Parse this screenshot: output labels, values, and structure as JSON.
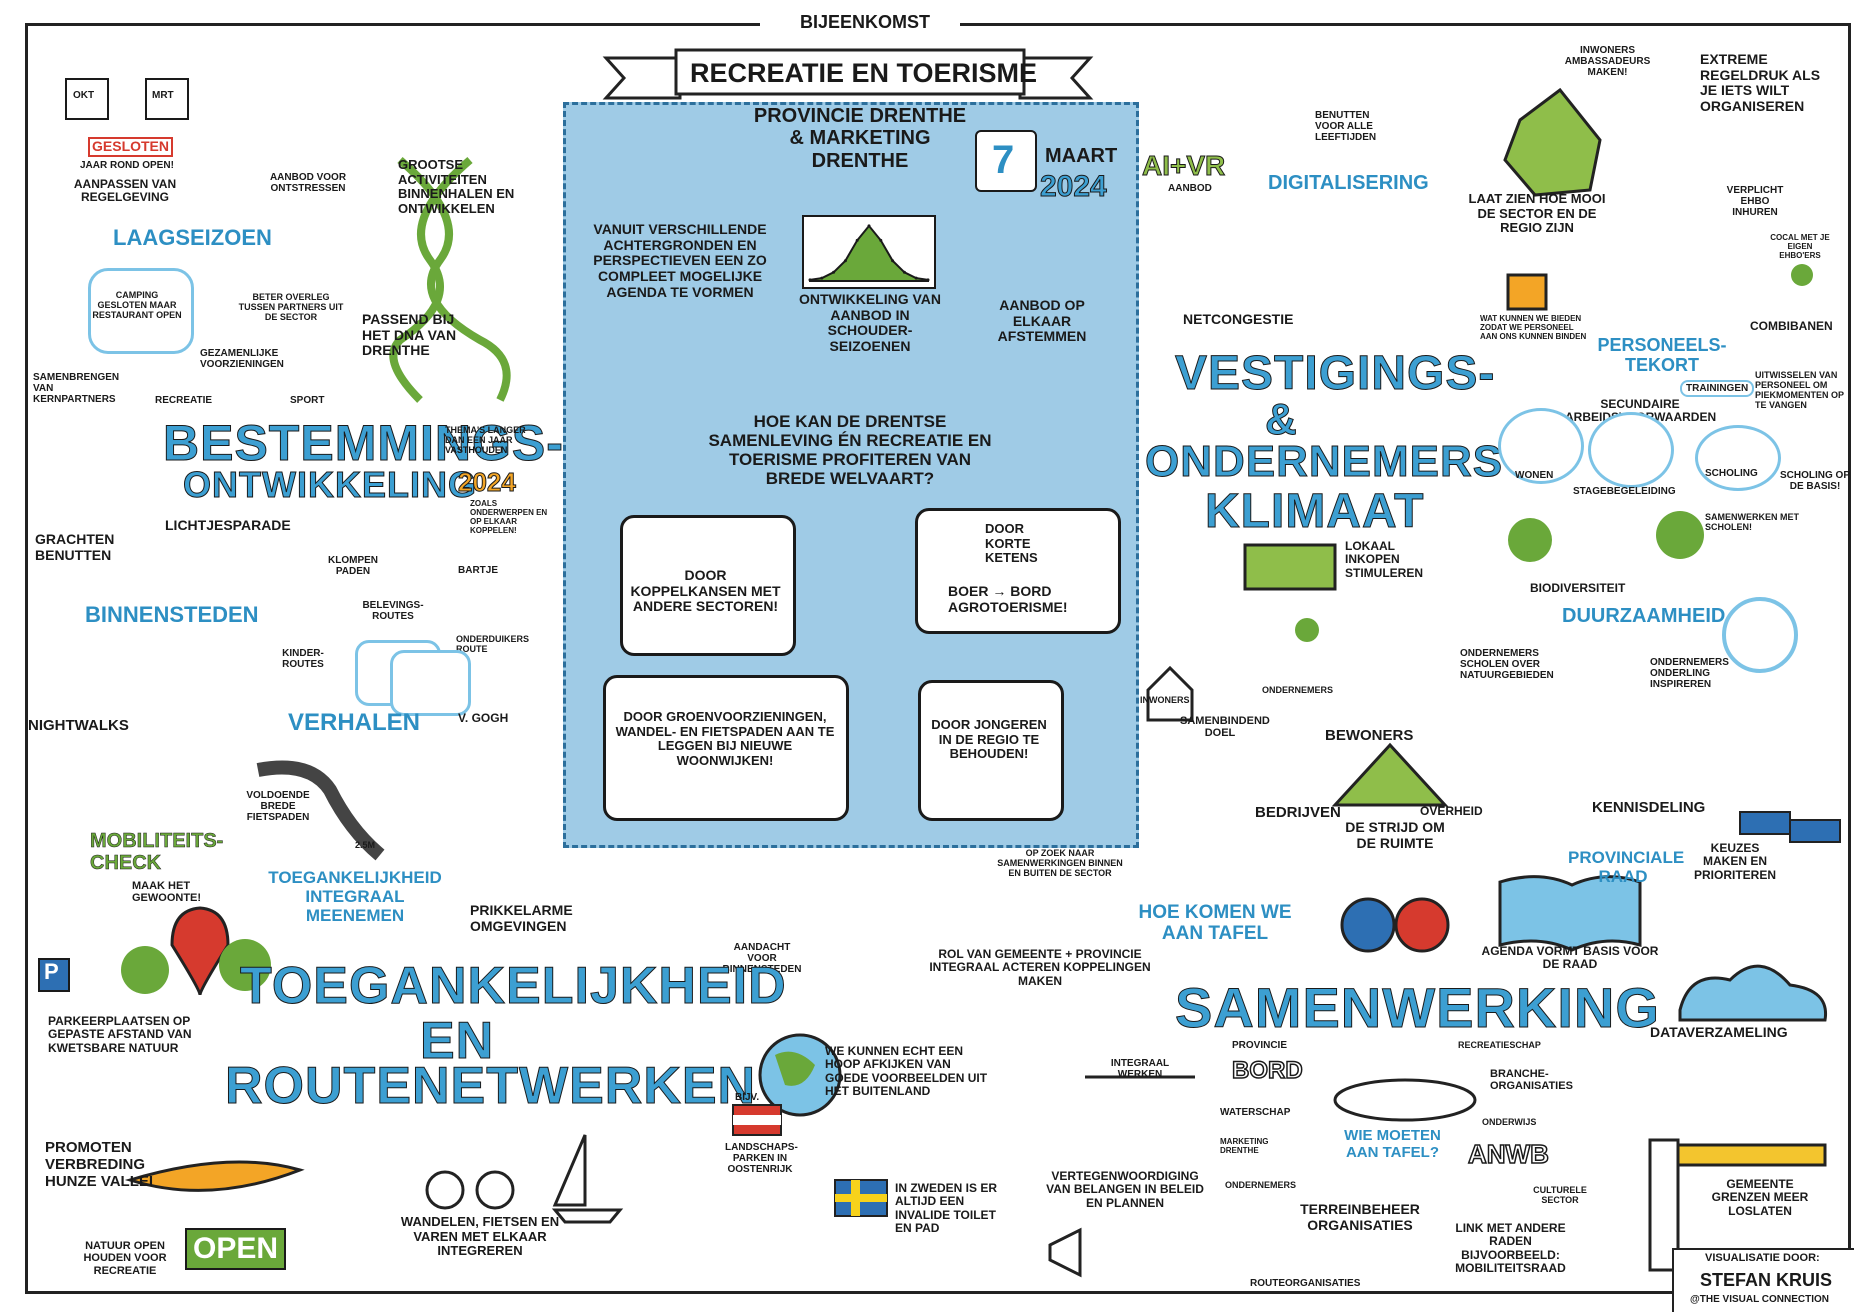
{
  "header": {
    "meeting": "Bijeenkomst",
    "title": "Recreatie en Toerisme"
  },
  "center": {
    "org": "Provincie Drenthe & Marketing Drenthe",
    "date_day": "7",
    "date_month": "Maart",
    "date_year": "2024",
    "perspectives": "Vanuit verschillende achtergronden en perspectieven een zo compleet mogelijke agenda te vormen",
    "shoulder": "Ontwikkeling van aanbod in schouder-seizoenen",
    "align": "Aanbod op elkaar afstemmen",
    "question": "Hoe kan de Drentse samenleving én recreatie en toerisme profiteren van brede welvaart?",
    "koppel": "Door koppelkansen met andere sectoren!",
    "korte_ketens": "Door korte ketens",
    "boer_bord": "Boer → Bord agrotoerisme!",
    "groen": "Door groenvoorzieningen, wandel- en fietspaden aan te leggen bij nieuwe woonwijken!",
    "jongeren": "Door jongeren in de regio te behouden!"
  },
  "left": {
    "okt": "Okt",
    "mrt": "Mrt",
    "gesloten": "Gesloten",
    "jaar_rond": "Jaar rond open!",
    "aanpassen": "Aanpassen van regelgeving",
    "ontstressen": "Aanbod voor ontstressen",
    "grootse": "Grootse activiteiten binnenhalen en ontwikkelen",
    "laagseizoen": "Laagseizoen",
    "camping": "Camping gesloten maar restaurant open",
    "beter_overleg": "Beter overleg tussen partners uit de sector",
    "passend": "Passend bij het DNA van Drenthe",
    "gezamenlijke": "Gezamenlijke voorzieningen",
    "recreatie": "Recreatie",
    "sport": "Sport",
    "samenbrengen": "Samenbrengen van kernpartners",
    "bestemmings": "Bestemmings-",
    "ontwikkeling": "ontwikkeling",
    "themas": "Thema's langer dan een jaar vasthouden",
    "year": "2024",
    "zoals": "zoals onderwerpen en op elkaar koppelen!",
    "grachten": "Grachten benutten",
    "lichtjes": "Lichtjesparade",
    "klompen": "Klompen paden",
    "bartje": "Bartje",
    "belevings": "Belevings-routes",
    "binnensteden": "Binnensteden",
    "onderduikers": "Onderduikers route",
    "kinder": "Kinder-routes",
    "verhalen": "Verhalen",
    "vgogh": "v. Gogh",
    "nightwalks": "Nightwalks"
  },
  "bottom_left": {
    "voldoende": "Voldoende brede fietspaden",
    "fiets_width": "2.5m",
    "mobiliteits": "Mobiliteits-check",
    "maak": "Maak het gewoonte!",
    "toeg_small": "Toegankelijkheid integraal meenemen",
    "prikkelarme": "Prikkelarme omgevingen",
    "aandacht": "Aandacht voor binnensteden",
    "parkeer_sign": "P",
    "parkeer": "Parkeerplaatsen op gepaste afstand van kwetsbare natuur",
    "big1": "Toegankelijkheid",
    "big2": "en",
    "big3": "Routenetwerken",
    "promoten": "Promoten verbreding Hunze vallei",
    "natuur": "Natuur open houden voor recreatie",
    "open": "Open",
    "wandelen": "Wandelen, fietsen en varen met elkaar integreren",
    "buitenland": "We kunnen echt een hoop afkijken van goede voorbeelden uit het buitenland",
    "bijv": "Bijv.",
    "landschapsparken": "Landschaps-parken in Oostenrijk",
    "zweden": "In Zweden is er altijd een invalide toilet en pad"
  },
  "right": {
    "benutten": "Benutten voor alle leeftijden",
    "ambassadeurs": "Inwoners ambassadeurs maken!",
    "regeldruk": "Extreme regeldruk als je iets wilt organiseren",
    "verplicht": "Verplicht EHBO inhuren",
    "cheque": "Cocal met je eigen EHBO'ers",
    "aivr": "AI+VR",
    "aanbod": "Aanbod",
    "digitalisering": "Digitalisering",
    "laat_zien": "Laat zien hoe mooi de sector en de regio zijn",
    "netcongestie": "Netcongestie",
    "wat_kunnen": "Wat kunnen we bieden zodat we personeel aan ons kunnen binden",
    "personeels": "Personeels-tekort",
    "combibanen": "Combibanen",
    "uitwisselen": "Uitwisselen van personeel om piekmomenten op te vangen",
    "trainingen": "Trainingen",
    "secundaire": "Secundaire arbeidsvoorwaarden",
    "vestigings1": "Vestigings-",
    "vestigings2": "&",
    "vestigings3": "Ondernemers",
    "vestigings4": "klimaat",
    "wonen": "Wonen",
    "stage": "Stagebegeleiding",
    "scholing": "Scholing",
    "scholing_basis": "Scholing op de basis!",
    "samenwerken_scholen": "Samenwerken met scholen!",
    "lokaal": "Lokaal inkopen stimuleren",
    "biodiversiteit": "Biodiversiteit",
    "duurzaamheid": "Duurzaamheid",
    "inwoners": "Inwoners",
    "ondernemers": "Ondernemers",
    "samenbindend": "Samenbindend doel",
    "scholen_natuur": "Ondernemers scholen over natuurgebieden",
    "inspireren": "Ondernemers onderling inspireren"
  },
  "bottom_right": {
    "bewoners": "Bewoners",
    "bedrijven": "Bedrijven",
    "overheid": "Overheid",
    "strijd": "De strijd om de ruimte",
    "op_zoek": "Op zoek naar samenwerkingen binnen en buiten de sector",
    "hoe_komen": "Hoe komen we aan tafel",
    "rol": "Rol van gemeente + provincie integraal acteren koppelingen maken",
    "kennisdeling": "Kennisdeling",
    "provinciale": "Provinciale raad",
    "keuzes": "Keuzes maken en prioriteren",
    "agenda": "Agenda vormt basis voor de raad",
    "dataverzameling": "Dataverzameling",
    "samenwerking": "Samenwerking",
    "integraal": "Integraal werken",
    "provincie": "Provincie",
    "bord": "Bord",
    "waterschap": "Waterschap",
    "marketing": "Marketing Drenthe",
    "ondernemers": "Ondernemers",
    "terreinbeheer": "Terreinbeheer organisaties",
    "route": "Routeorganisaties",
    "recreatieschap": "Recreatieschap",
    "branche": "Branche-organisaties",
    "onderwijs": "Onderwijs",
    "anwb": "ANWB",
    "culturele": "Culturele sector",
    "wie_moeten": "Wie moeten aan tafel?",
    "link": "Link met andere raden bijvoorbeeld: mobiliteitsraad",
    "vertegen": "Vertegenwoordiging van belangen in beleid en plannen",
    "gemeente": "Gemeente grenzen meer loslaten",
    "visualisatie": "Visualisatie door:",
    "artist": "Stefan Kruis",
    "studio": "@The Visual Connection"
  },
  "chart_data": {
    "type": "area",
    "title": "",
    "x": [
      0,
      1,
      2,
      3,
      4,
      5,
      6,
      7,
      8,
      9,
      10
    ],
    "y": [
      0.02,
      0.05,
      0.15,
      0.35,
      0.7,
      0.95,
      0.7,
      0.35,
      0.15,
      0.05,
      0.02
    ]
  },
  "colors": {
    "accent": "#3c9fd2",
    "panel": "#9fcbe6",
    "green": "#6aa83a",
    "orange": "#f3a526",
    "red": "#d63a2e"
  }
}
